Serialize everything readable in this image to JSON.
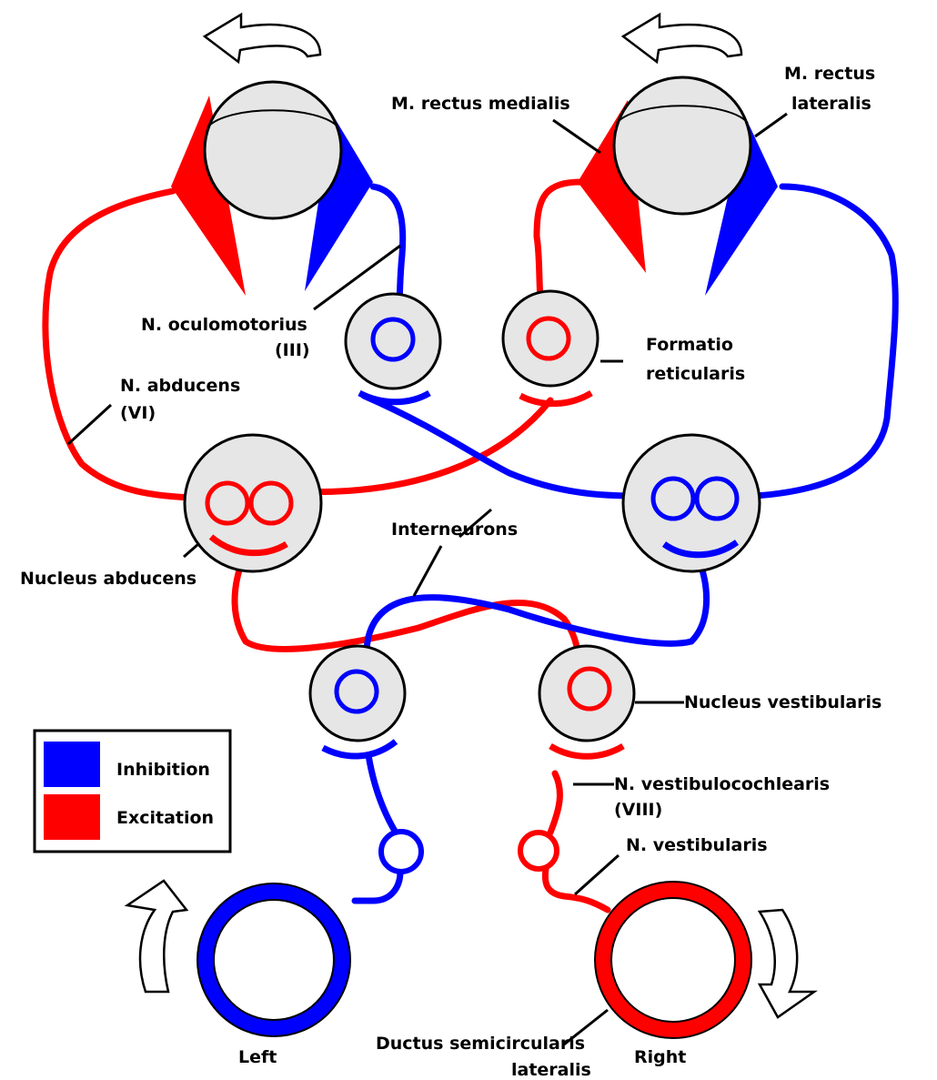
{
  "labels": {
    "rectus_medialis": "M. rectus medialis",
    "rectus_lateralis_1": "M. rectus",
    "rectus_lateralis_2": "lateralis",
    "oculomotorius_1": "N. oculomotorius",
    "oculomotorius_2": "(III)",
    "abducens_nerve_1": "N. abducens",
    "abducens_nerve_2": "(VI)",
    "formatio_1": "Formatio",
    "formatio_2": "reticularis",
    "interneurons": "Interneurons",
    "nucleus_abducens": "Nucleus abducens",
    "nucleus_vestibularis": "Nucleus vestibularis",
    "vestibulocochlearis_1": "N. vestibulocochlearis",
    "vestibulocochlearis_2": "(VIII)",
    "vestibularis": "N. vestibularis",
    "ductus_1": "Ductus semicircularis",
    "ductus_2": "lateralis",
    "left": "Left",
    "right": "Right"
  },
  "legend": [
    {
      "label": "Inhibition",
      "color": "#0000ff"
    },
    {
      "label": "Excitation",
      "color": "#ff0000"
    }
  ],
  "colors": {
    "inhibition": "#0000ff",
    "excitation": "#ff0000",
    "nucleus_fill": "#e6e6e6",
    "outline": "#000000"
  }
}
